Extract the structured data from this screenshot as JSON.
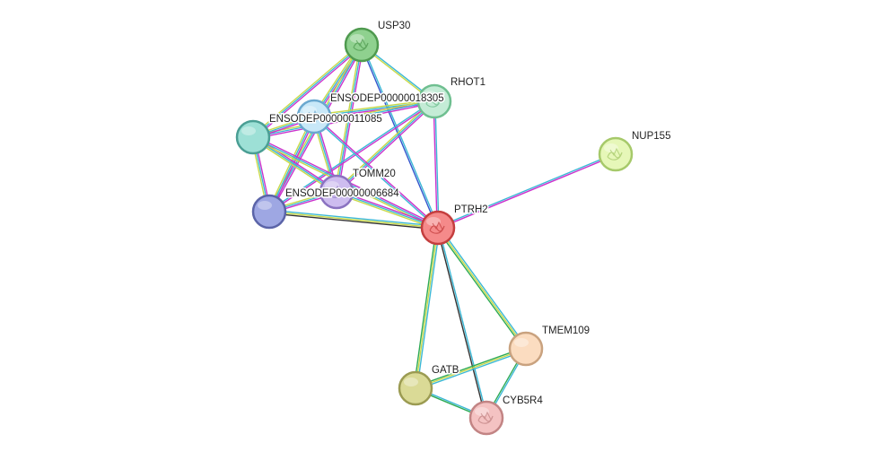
{
  "nodes": [
    {
      "id": "USP30",
      "label": "USP30",
      "color": "#8fd18f",
      "stroke": "#4f9a4f",
      "icon": "protein-structure-icon"
    },
    {
      "id": "RHOT1",
      "label": "RHOT1",
      "color": "#c4ecd6",
      "stroke": "#6fbf90",
      "icon": "protein-structure-icon"
    },
    {
      "id": "E18305",
      "label": "ENSODEP00000018305",
      "color": "#c8e8f8",
      "stroke": "#6aa8cf",
      "icon": "protein-structure-icon"
    },
    {
      "id": "E11085",
      "label": "ENSODEP00000011085",
      "color": "#9de0d6",
      "stroke": "#4a9e94",
      "icon": ""
    },
    {
      "id": "TOMM20",
      "label": "TOMM20",
      "color": "#cdbcef",
      "stroke": "#8a72c0",
      "icon": "protein-structure-icon"
    },
    {
      "id": "E06684",
      "label": "ENSODEP00000006684",
      "color": "#9ea7e3",
      "stroke": "#5b64a8",
      "icon": ""
    },
    {
      "id": "PTRH2",
      "label": "PTRH2",
      "color": "#f58a8a",
      "stroke": "#c43e3e",
      "icon": "protein-structure-icon"
    },
    {
      "id": "NUP155",
      "label": "NUP155",
      "color": "#e6f7b8",
      "stroke": "#a6c96a",
      "icon": "protein-structure-icon"
    },
    {
      "id": "TMEM109",
      "label": "TMEM109",
      "color": "#fbdcc0",
      "stroke": "#c9a27f",
      "icon": ""
    },
    {
      "id": "GATB",
      "label": "GATB",
      "color": "#dada96",
      "stroke": "#9b9b52",
      "icon": ""
    },
    {
      "id": "CYB5R4",
      "label": "CYB5R4",
      "color": "#f4c2c2",
      "stroke": "#c28484",
      "icon": "protein-structure-icon"
    }
  ],
  "edges": [
    {
      "source": "USP30",
      "target": "RHOT1",
      "colors": [
        "#3cb8d6",
        "#c9d94a"
      ]
    },
    {
      "source": "USP30",
      "target": "E18305",
      "colors": [
        "#cc33cc",
        "#3cb8d6",
        "#c9d94a"
      ]
    },
    {
      "source": "USP30",
      "target": "E11085",
      "colors": [
        "#cc33cc",
        "#3cb8d6",
        "#c9d94a"
      ]
    },
    {
      "source": "USP30",
      "target": "TOMM20",
      "colors": [
        "#cc33cc",
        "#3cb8d6",
        "#c9d94a"
      ]
    },
    {
      "source": "USP30",
      "target": "E06684",
      "colors": [
        "#cc33cc",
        "#3cb8d6",
        "#c9d94a"
      ]
    },
    {
      "source": "USP30",
      "target": "PTRH2",
      "colors": [
        "#3cb8d6",
        "#3355cc"
      ]
    },
    {
      "source": "RHOT1",
      "target": "E18305",
      "colors": [
        "#cc33cc",
        "#3cb8d6",
        "#c9d94a"
      ]
    },
    {
      "source": "RHOT1",
      "target": "E11085",
      "colors": [
        "#cc33cc",
        "#3cb8d6",
        "#c9d94a"
      ]
    },
    {
      "source": "RHOT1",
      "target": "TOMM20",
      "colors": [
        "#cc33cc",
        "#3cb8d6",
        "#c9d94a"
      ]
    },
    {
      "source": "RHOT1",
      "target": "E06684",
      "colors": [
        "#cc33cc",
        "#3cb8d6"
      ]
    },
    {
      "source": "RHOT1",
      "target": "PTRH2",
      "colors": [
        "#3cb8d6",
        "#cc33cc"
      ]
    },
    {
      "source": "E18305",
      "target": "E11085",
      "colors": [
        "#cc33cc",
        "#3cb8d6",
        "#c9d94a"
      ]
    },
    {
      "source": "E18305",
      "target": "TOMM20",
      "colors": [
        "#cc33cc",
        "#3cb8d6",
        "#c9d94a"
      ]
    },
    {
      "source": "E18305",
      "target": "E06684",
      "colors": [
        "#cc33cc",
        "#3cb8d6",
        "#c9d94a"
      ]
    },
    {
      "source": "E18305",
      "target": "PTRH2",
      "colors": [
        "#cc33cc",
        "#3cb8d6"
      ]
    },
    {
      "source": "E11085",
      "target": "TOMM20",
      "colors": [
        "#cc33cc",
        "#3cb8d6",
        "#c9d94a"
      ]
    },
    {
      "source": "E11085",
      "target": "E06684",
      "colors": [
        "#cc33cc",
        "#3cb8d6",
        "#c9d94a"
      ]
    },
    {
      "source": "E11085",
      "target": "PTRH2",
      "colors": [
        "#cc33cc",
        "#3cb8d6",
        "#c9d94a"
      ]
    },
    {
      "source": "TOMM20",
      "target": "E06684",
      "colors": [
        "#cc33cc",
        "#3cb8d6",
        "#c9d94a"
      ]
    },
    {
      "source": "TOMM20",
      "target": "PTRH2",
      "colors": [
        "#cc33cc",
        "#3cb8d6",
        "#c9d94a"
      ]
    },
    {
      "source": "E06684",
      "target": "PTRH2",
      "colors": [
        "#3cb8d6",
        "#c9d94a",
        "#333333"
      ]
    },
    {
      "source": "PTRH2",
      "target": "NUP155",
      "colors": [
        "#3cb8d6",
        "#cc33cc"
      ]
    },
    {
      "source": "PTRH2",
      "target": "TMEM109",
      "colors": [
        "#3cb8d6",
        "#c9d94a",
        "#2eaa55"
      ]
    },
    {
      "source": "PTRH2",
      "target": "GATB",
      "colors": [
        "#3cb8d6",
        "#c9d94a",
        "#2eaa55"
      ]
    },
    {
      "source": "PTRH2",
      "target": "CYB5R4",
      "colors": [
        "#3cb8d6",
        "#333333"
      ]
    },
    {
      "source": "TMEM109",
      "target": "GATB",
      "colors": [
        "#3cb8d6",
        "#c9d94a",
        "#2eaa55"
      ]
    },
    {
      "source": "TMEM109",
      "target": "CYB5R4",
      "colors": [
        "#3cb8d6",
        "#2eaa55"
      ]
    },
    {
      "source": "GATB",
      "target": "CYB5R4",
      "colors": [
        "#3cb8d6",
        "#2eaa55"
      ]
    }
  ]
}
